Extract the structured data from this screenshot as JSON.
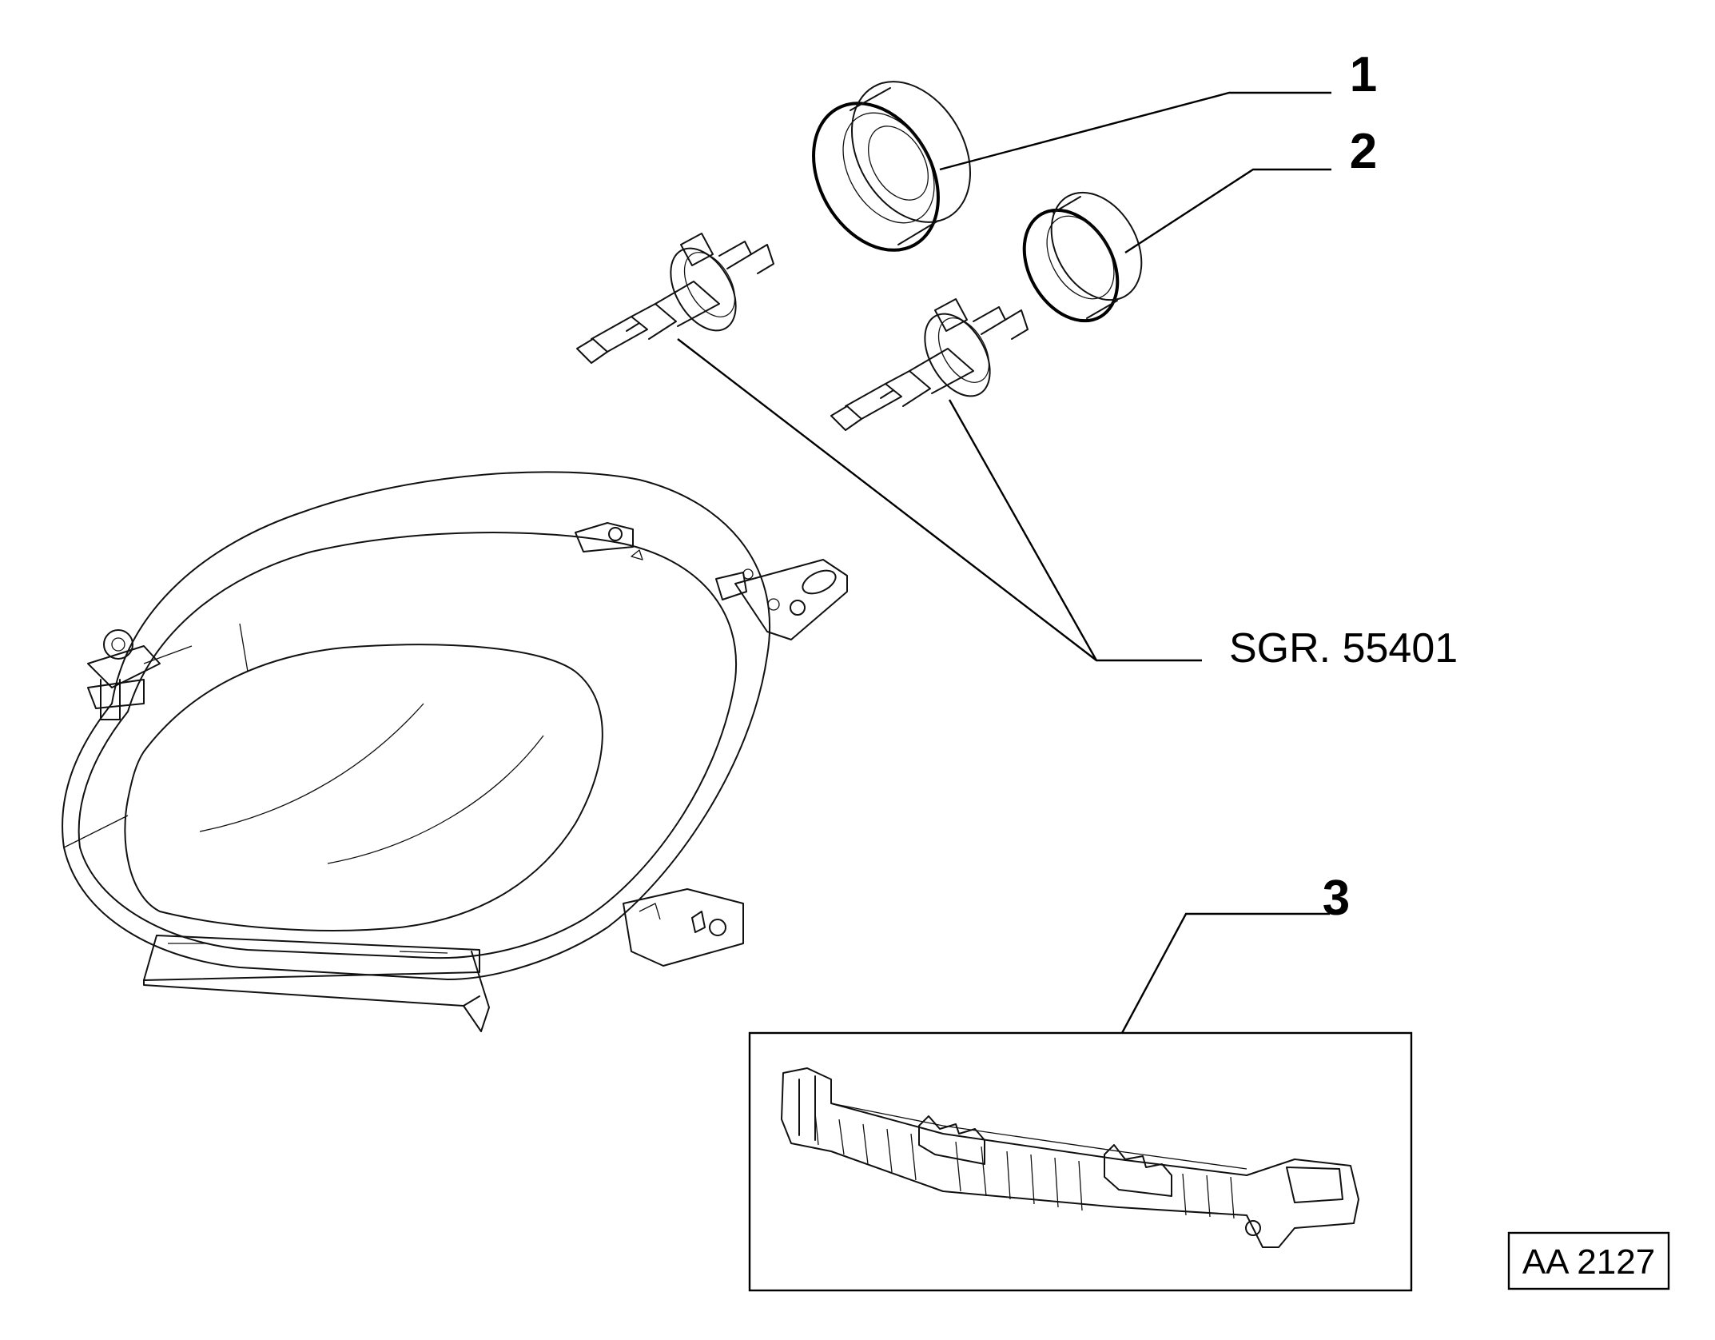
{
  "callouts": [
    {
      "id": "callout-1",
      "label": "1"
    },
    {
      "id": "callout-2",
      "label": "2"
    },
    {
      "id": "callout-3",
      "label": "3"
    }
  ],
  "group_reference": "SGR. 55401",
  "drawing_code": "AA 2127"
}
